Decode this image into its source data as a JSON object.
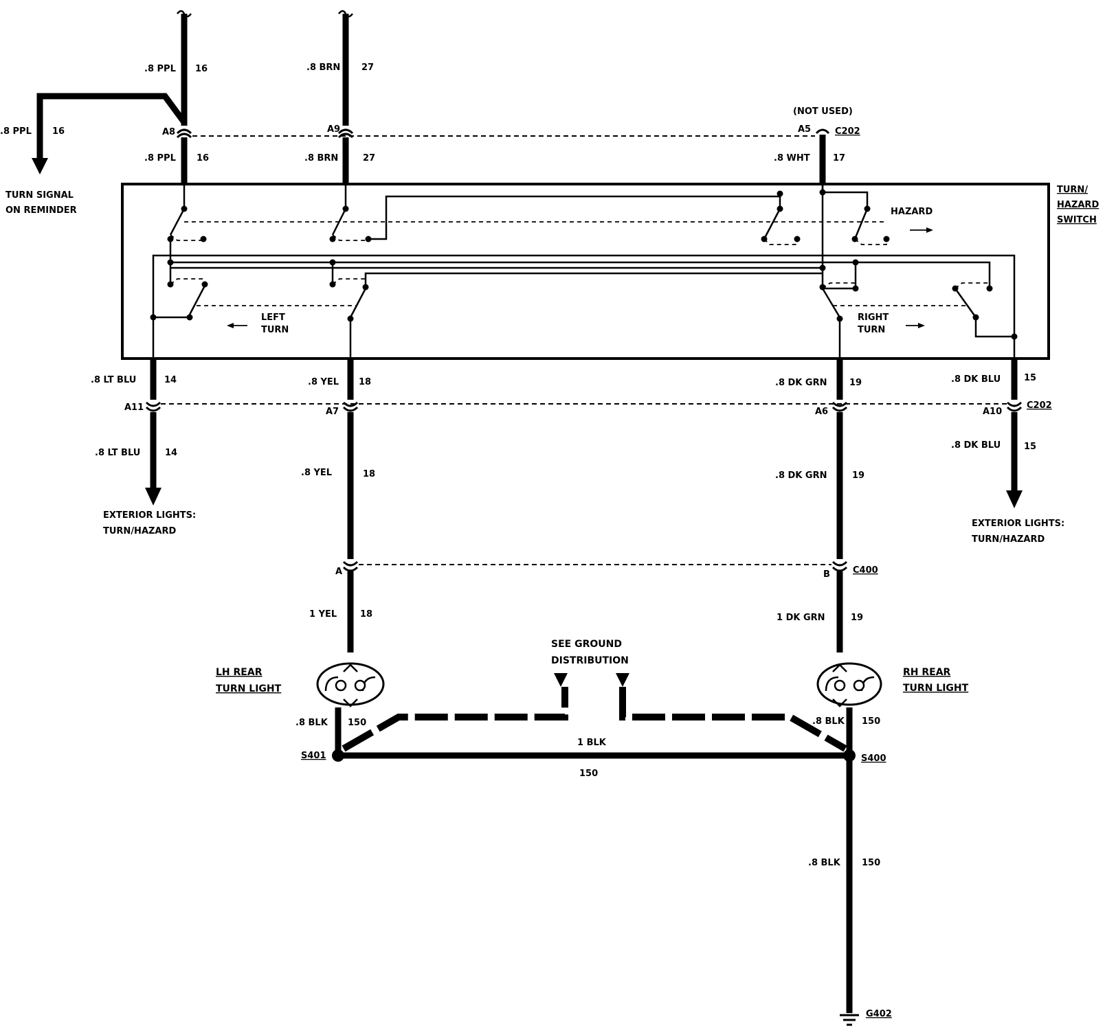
{
  "top_wires": {
    "ppl_top_color": ".8 PPL",
    "ppl_top_circuit": "16",
    "brn_top_color": ".8 BRN",
    "brn_top_circuit": "27",
    "reminder_color": ".8 PPL",
    "reminder_circuit": "16",
    "reminder_label_1": "TURN SIGNAL",
    "reminder_label_2": "ON REMINDER",
    "ppl_bot_color": ".8 PPL",
    "ppl_bot_circuit": "16",
    "brn_bot_color": ".8 BRN",
    "brn_bot_circuit": "27",
    "wht_color": ".8 WHT",
    "wht_circuit": "17",
    "not_used": "(NOT USED)"
  },
  "c202_top": {
    "name": "C202",
    "pin_a8": "A8",
    "pin_a9": "A9",
    "pin_a5": "A5"
  },
  "switch": {
    "label_1": "TURN/",
    "label_2": "HAZARD",
    "label_3": "SWITCH",
    "hazard": "HAZARD",
    "left_1": "LEFT",
    "left_2": "TURN",
    "right_1": "RIGHT",
    "right_2": "TURN"
  },
  "below_switch": {
    "ltblu_color": ".8 LT BLU",
    "ltblu_circuit": "14",
    "yel_color": ".8 YEL",
    "yel_circuit": "18",
    "dkgrn_color": ".8 DK GRN",
    "dkgrn_circuit": "19",
    "dkblu_color": ".8 DK BLU",
    "dkblu_circuit": "15"
  },
  "c202_bottom": {
    "name": "C202",
    "pin_a11": "A11",
    "pin_a7": "A7",
    "pin_a6": "A6",
    "pin_a10": "A10"
  },
  "mid_wires": {
    "ltblu_color": ".8 LT BLU",
    "ltblu_circuit": "14",
    "yel_color": ".8 YEL",
    "yel_circuit": "18",
    "dkgrn_color": ".8 DK GRN",
    "dkgrn_circuit": "19",
    "dkblu_color": ".8 DK BLU",
    "dkblu_circuit": "15",
    "ext_left_1": "EXTERIOR LIGHTS:",
    "ext_left_2": "TURN/HAZARD",
    "ext_right_1": "EXTERIOR LIGHTS:",
    "ext_right_2": "TURN/HAZARD"
  },
  "c400": {
    "name": "C400",
    "pin_a": "A",
    "pin_b": "B",
    "yel_color": "1 YEL",
    "yel_circuit": "18",
    "dkgrn_color": "1 DK GRN",
    "dkgrn_circuit": "19"
  },
  "lamps": {
    "lh_1": "LH REAR",
    "lh_2": "TURN LIGHT",
    "rh_1": "RH REAR",
    "rh_2": "TURN LIGHT",
    "see_ground_1": "SEE GROUND",
    "see_ground_2": "DISTRIBUTION"
  },
  "ground": {
    "lh_blk_color": ".8 BLK",
    "lh_blk_circuit": "150",
    "rh_blk_color": ".8 BLK",
    "rh_blk_circuit": "150",
    "splice_left": "S401",
    "splice_right": "S400",
    "bus_color": "1 BLK",
    "bus_circuit": "150",
    "g_blk_color": ".8 BLK",
    "g_blk_circuit": "150",
    "ground_name": "G402"
  }
}
